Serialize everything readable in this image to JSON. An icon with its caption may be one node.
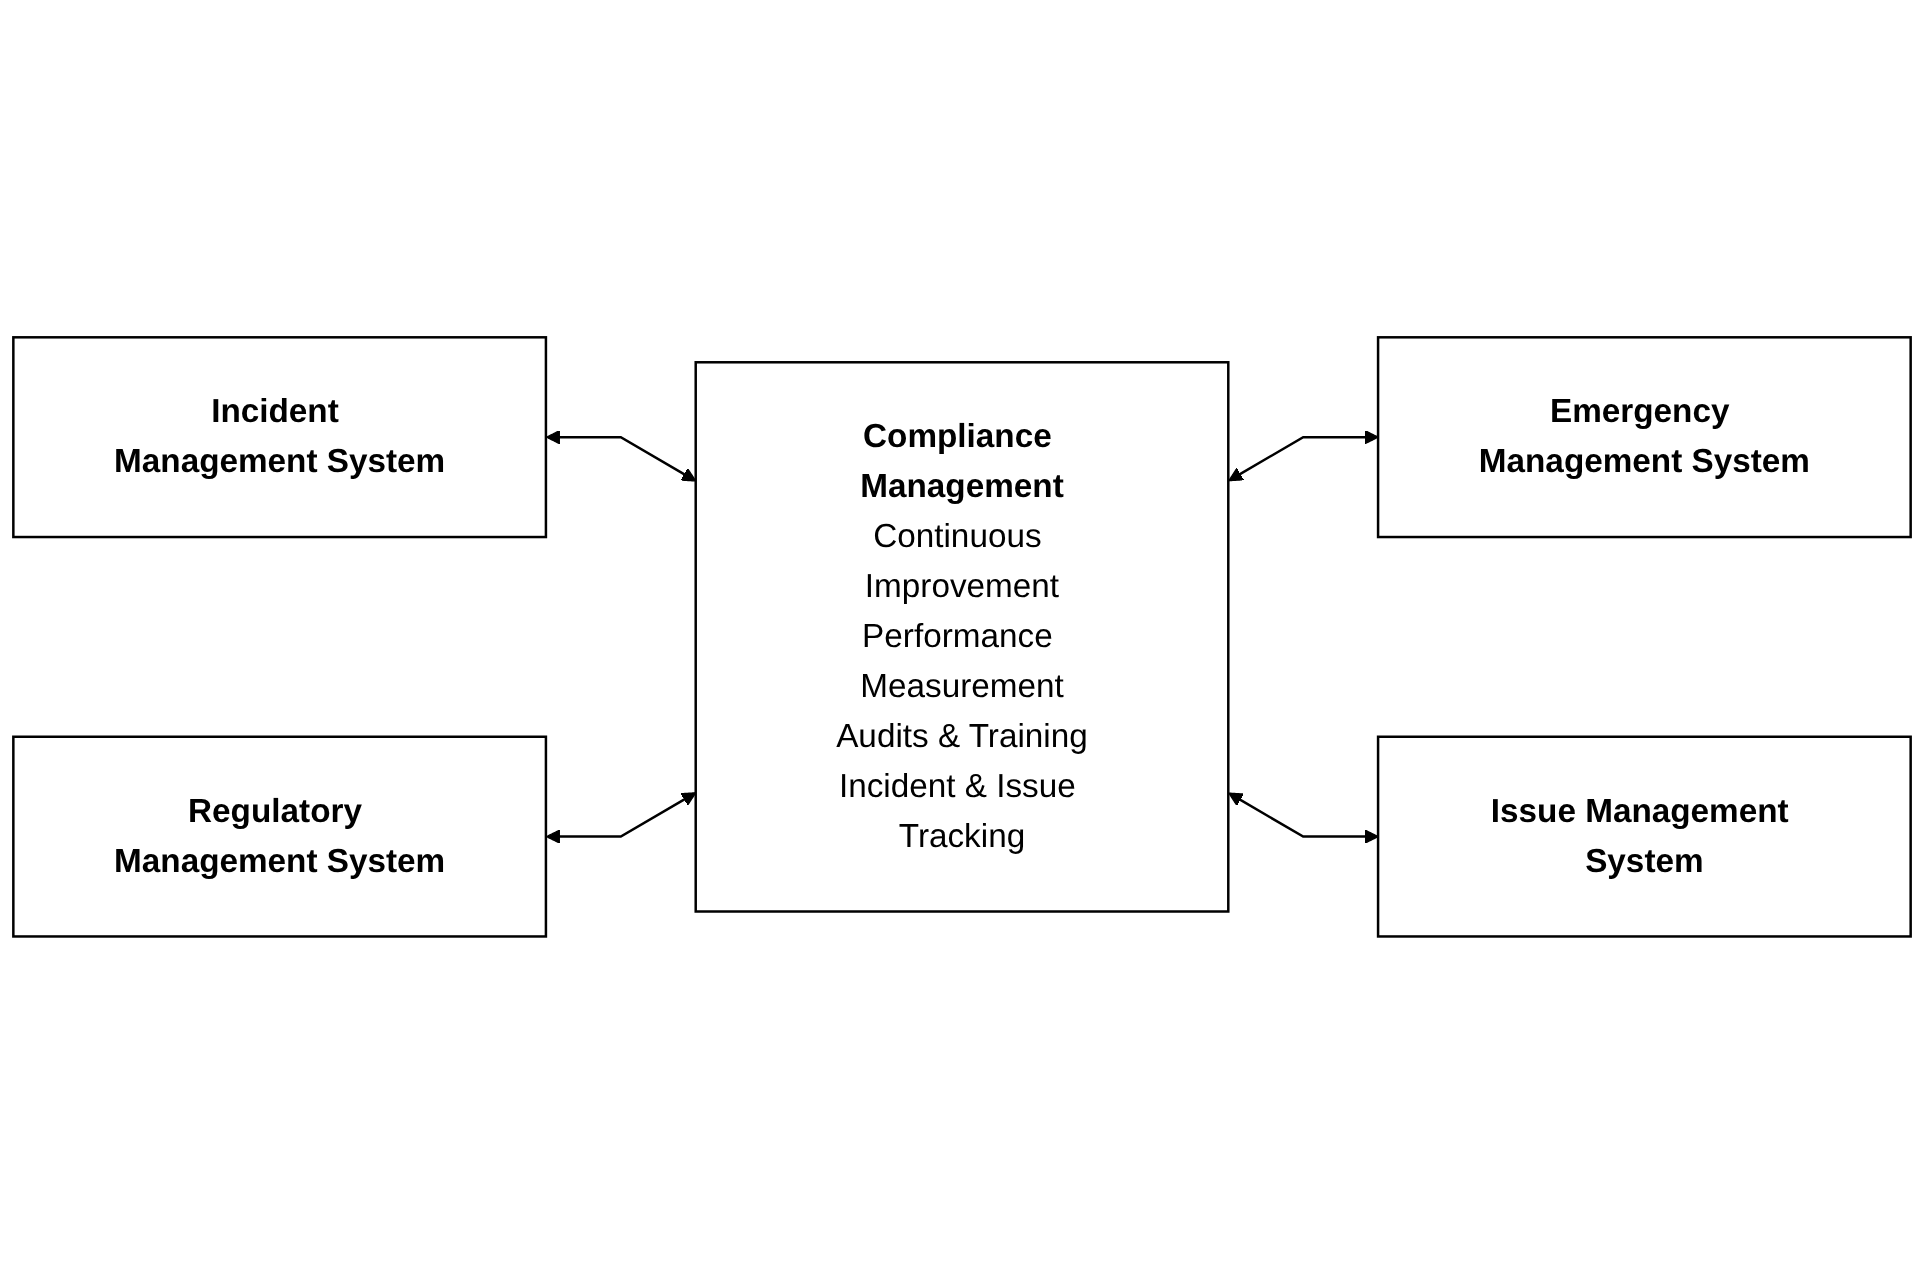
{
  "diagram": {
    "nodes": [
      {
        "text": [
          "Incident Management System"
        ]
      },
      {
        "text": [
          "Emergency Management System"
        ]
      },
      {
        "text": [
          "Compliance Management",
          "Continuous Improvement",
          "Performance Measurement",
          "Audits & Training",
          "Incident & Issue Tracking"
        ]
      },
      {
        "text": [
          "Regulatory Management System"
        ]
      },
      {
        "text": [
          "Issue Management System"
        ]
      }
    ],
    "edges": [
      {
        "from": 0,
        "to": 2,
        "arrow": "both"
      },
      {
        "from": 1,
        "to": 2,
        "arrow": "both"
      },
      {
        "from": 3,
        "to": 2,
        "arrow": "both"
      },
      {
        "from": 4,
        "to": 2,
        "arrow": "both"
      }
    ]
  }
}
